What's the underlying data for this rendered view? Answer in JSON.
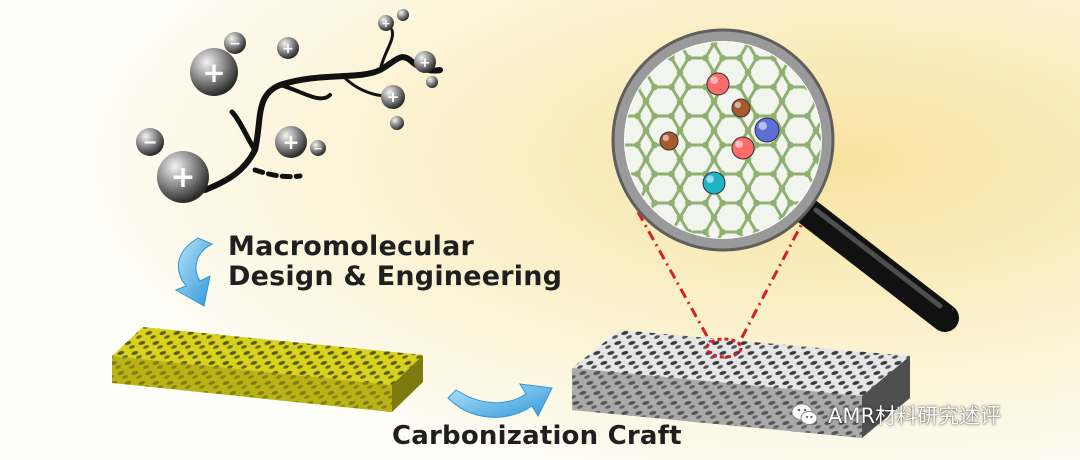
{
  "labels": {
    "step1_line1": "Macromolecular",
    "step1_line2": "Design & Engineering",
    "step2": "Carbonization Craft"
  },
  "watermark": {
    "text": "AMR材料研究述评",
    "icon": "wechat-icon"
  },
  "colors": {
    "background_light": "#fdfdf8",
    "background_warm": "#f6e6a6",
    "arrow_blue": "#4fb0e6",
    "polymer_sheet": "#d9d21f",
    "carbon_sheet": "#8c8c8c",
    "graphene": "#8fb070",
    "zoom_line": "#d42020"
  },
  "dopant_atoms": [
    {
      "color": "#ff6b6b"
    },
    {
      "color": "#a65a2e"
    },
    {
      "color": "#5c6fd6"
    },
    {
      "color": "#a65a2e"
    },
    {
      "color": "#ff6b6b"
    },
    {
      "color": "#1fb3c7"
    }
  ]
}
